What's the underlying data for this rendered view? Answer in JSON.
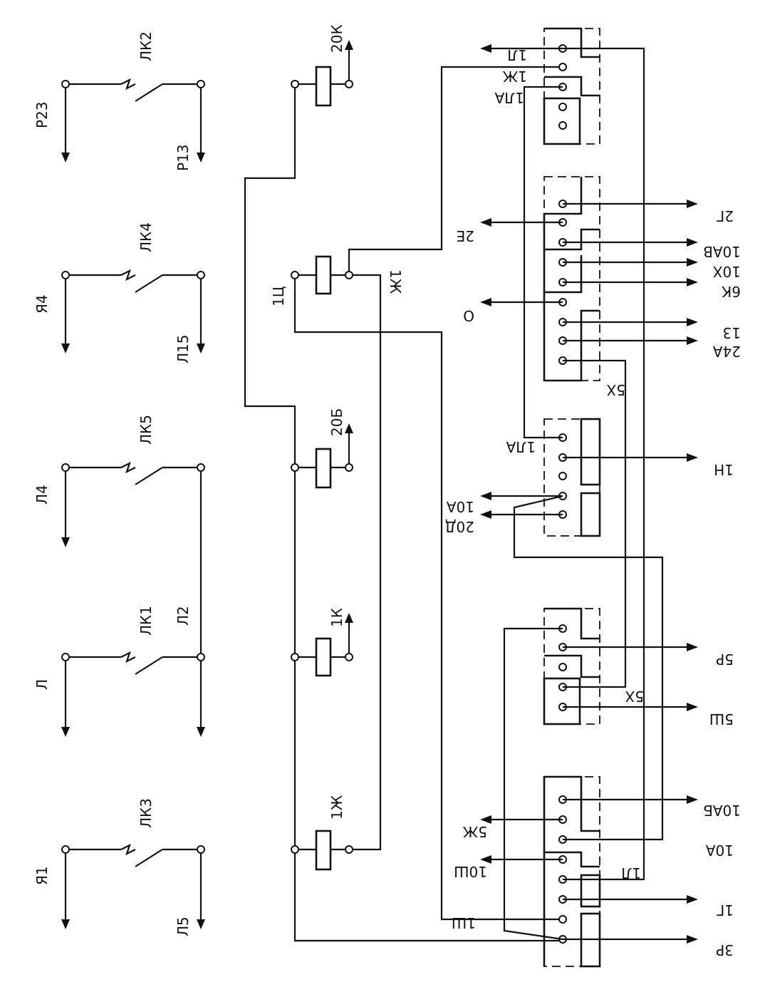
{
  "contact_labels": [
    "Р23",
    "Р13",
    "ЛК2",
    "Я4",
    "Л15",
    "ЛК4",
    "Л4",
    "ЛК5",
    "Л",
    "Л2",
    "ЛК1",
    "Я1",
    "Л5",
    "ЛК3"
  ],
  "relay_labels": [
    "20К",
    "1Ц",
    "1Ж",
    "20Б",
    "1К",
    "1Ж"
  ],
  "terminal_labels": [
    "1Л",
    "1Ж",
    "1ЛА",
    "2Е",
    "О",
    "2Г",
    "10АВ",
    "10Х",
    "6К",
    "13",
    "24А",
    "5Х",
    "1ЛА",
    "10А",
    "20Д",
    "1Н",
    "5Р",
    "5Ш",
    "5Х",
    "5Ж",
    "10Ш",
    "1Ш",
    "10АБ",
    "10А",
    "1Л",
    "1Г",
    "3Р"
  ]
}
